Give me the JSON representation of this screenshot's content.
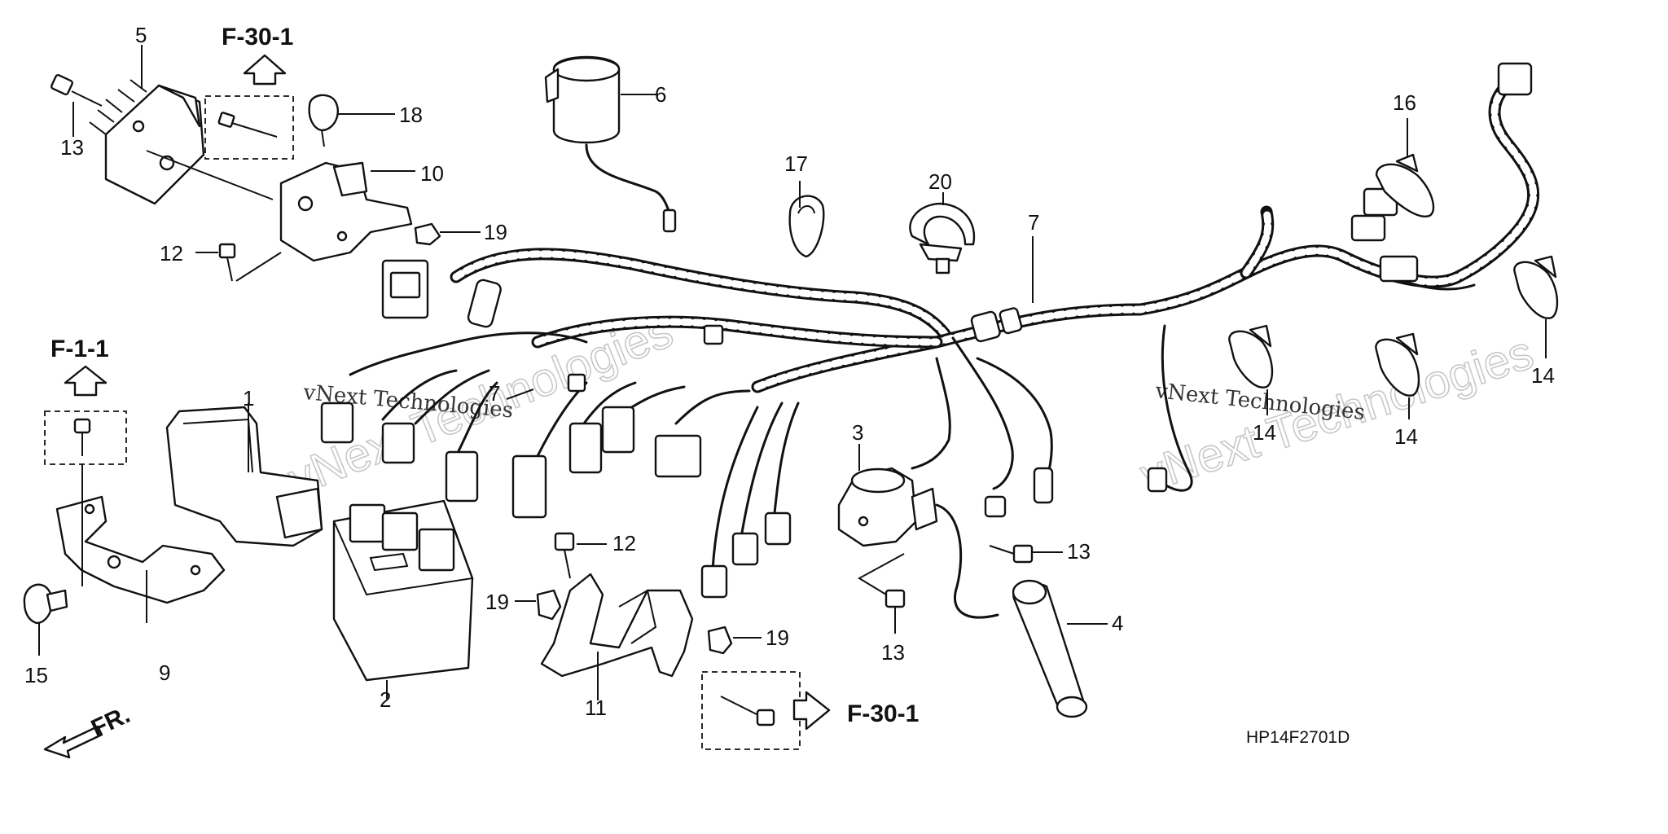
{
  "diagram": {
    "code": "HP14F2701D",
    "front_marker": "FR.",
    "references": [
      {
        "id": "ref-top-left",
        "text": "F-30-1"
      },
      {
        "id": "ref-left",
        "text": "F-1-1"
      },
      {
        "id": "ref-bottom",
        "text": "F-30-1"
      }
    ],
    "callouts": [
      "5",
      "13",
      "18",
      "10",
      "12",
      "19",
      "1",
      "7",
      "2",
      "9",
      "15",
      "6",
      "17",
      "20",
      "7",
      "3",
      "13",
      "13",
      "4",
      "12",
      "19",
      "11",
      "19",
      "16",
      "14",
      "14",
      "14"
    ],
    "watermarks": [
      "vNext Technologies",
      "vNext Technologies"
    ]
  }
}
